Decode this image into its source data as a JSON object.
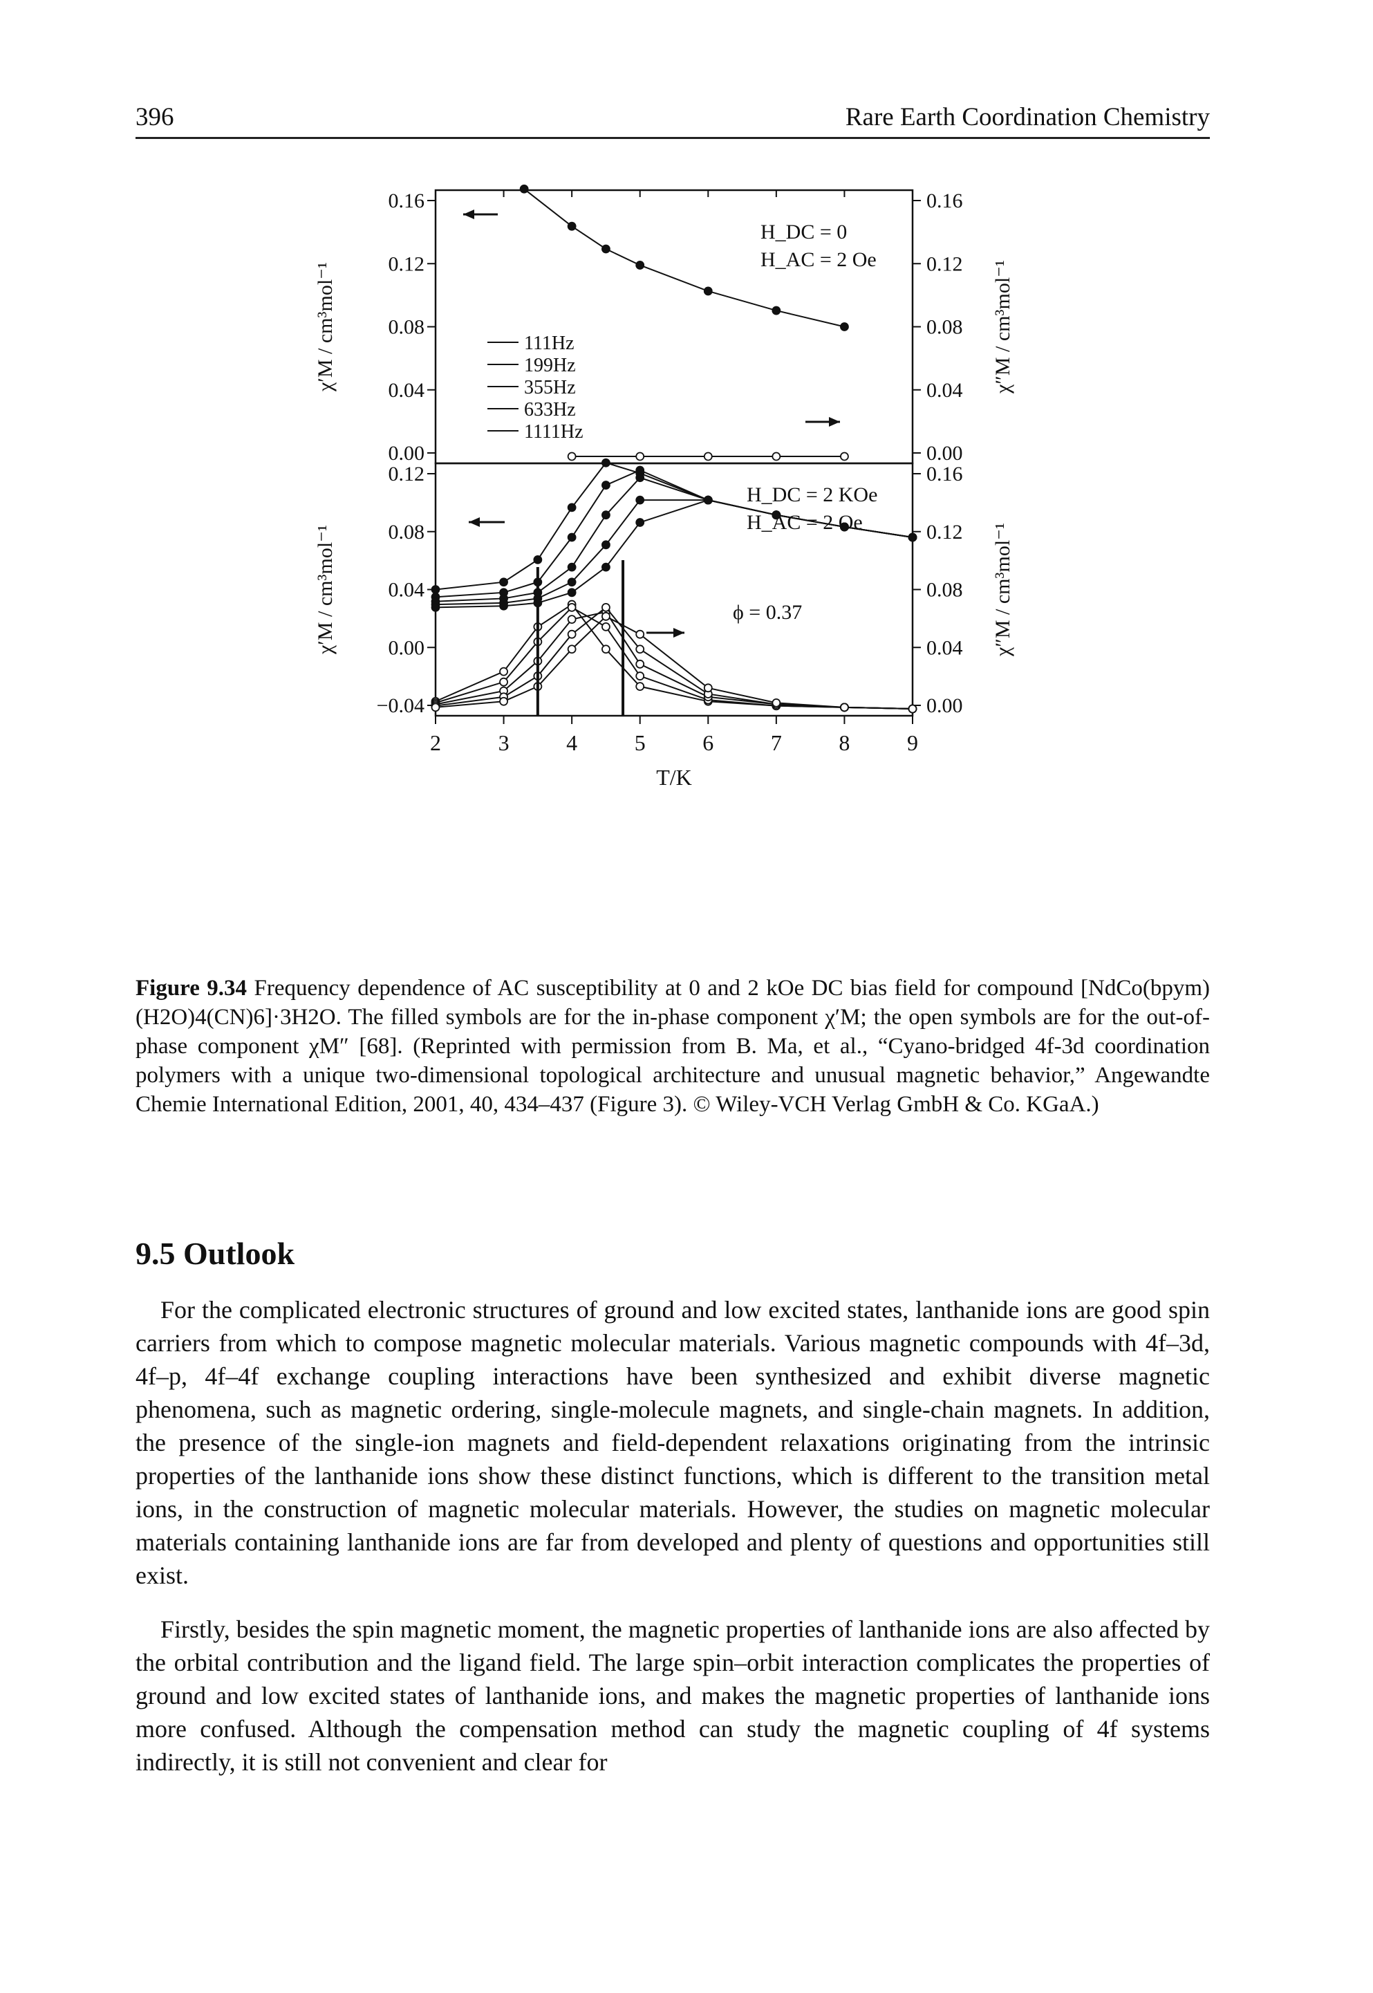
{
  "header": {
    "page_number": "396",
    "book_title": "Rare Earth Coordination Chemistry"
  },
  "figure": {
    "top_panel": {
      "field_line1": "H_DC = 0",
      "field_line2": "H_AC = 2 Oe",
      "left_ylabel": "χ′M / cm³mol⁻¹",
      "right_ylabel": "χ″M / cm³mol⁻¹",
      "left_ticks": [
        "0.16",
        "0.12",
        "0.08",
        "0.04",
        "0.00"
      ],
      "right_ticks": [
        "0.16",
        "0.12",
        "0.08",
        "0.04",
        "0.00"
      ],
      "legend": [
        "111Hz",
        "199Hz",
        "355Hz",
        "633Hz",
        "1111Hz"
      ]
    },
    "bottom_panel": {
      "field_line1": "H_DC = 2 KOe",
      "field_line2": "H_AC = 2 Oe",
      "phi_label": "ϕ = 0.37",
      "left_ylabel": "χ′M / cm³mol⁻¹",
      "right_ylabel": "χ″M / cm³mol⁻¹",
      "left_ticks": [
        "0.12",
        "0.08",
        "0.04",
        "0.00",
        "−0.04"
      ],
      "right_ticks": [
        "0.16",
        "0.12",
        "0.08",
        "0.04",
        "0.00"
      ]
    },
    "x_ticks": [
      "2",
      "3",
      "4",
      "5",
      "6",
      "7",
      "8",
      "9"
    ],
    "x_label": "T/K"
  },
  "chart_data": {
    "type": "line",
    "x_label": "T/K",
    "xlim": [
      2,
      9
    ],
    "series_names": [
      "111Hz",
      "199Hz",
      "355Hz",
      "633Hz",
      "1111Hz"
    ],
    "panels": [
      {
        "field": "H_DC = 0, H_AC = 2 Oe",
        "in_phase_ylim": [
          0.0,
          0.16
        ],
        "out_of_phase_ylim": [
          0.0,
          0.16
        ],
        "in_phase": {
          "x": [
            3.3,
            4.0,
            4.5,
            5.0,
            6.0,
            7.0,
            8.0
          ],
          "y": [
            0.165,
            0.142,
            0.128,
            0.118,
            0.102,
            0.09,
            0.08
          ]
        },
        "out_of_phase": {
          "x": [
            4.0,
            5.0,
            6.0,
            7.0,
            8.0
          ],
          "y": [
            0.0,
            0.0,
            0.0,
            0.0,
            0.0
          ]
        }
      },
      {
        "field": "H_DC = 2 KOe, H_AC = 2 Oe",
        "in_phase_ylim": [
          -0.04,
          0.12
        ],
        "out_of_phase_ylim": [
          0.0,
          0.16
        ],
        "in_phase": [
          {
            "name": "111Hz",
            "x": [
              2.0,
              3.0,
              3.5,
              4.0,
              4.5,
              5.0,
              6.0,
              7.0,
              8.0,
              9.0
            ],
            "y": [
              0.04,
              0.045,
              0.06,
              0.095,
              0.125,
              0.118,
              0.1,
              0.09,
              0.082,
              0.075
            ]
          },
          {
            "name": "199Hz",
            "x": [
              2.0,
              3.0,
              3.5,
              4.0,
              4.5,
              5.0,
              6.0,
              7.0,
              8.0,
              9.0
            ],
            "y": [
              0.035,
              0.038,
              0.045,
              0.075,
              0.11,
              0.12,
              0.1,
              0.09,
              0.082,
              0.075
            ]
          },
          {
            "name": "355Hz",
            "x": [
              2.0,
              3.0,
              3.5,
              4.0,
              4.5,
              5.0,
              6.0,
              7.0,
              8.0,
              9.0
            ],
            "y": [
              0.032,
              0.034,
              0.038,
              0.055,
              0.09,
              0.115,
              0.1,
              0.09,
              0.082,
              0.075
            ]
          },
          {
            "name": "633Hz",
            "x": [
              2.0,
              3.0,
              3.5,
              4.0,
              4.5,
              5.0,
              6.0,
              7.0,
              8.0,
              9.0
            ],
            "y": [
              0.03,
              0.031,
              0.034,
              0.045,
              0.07,
              0.1,
              0.1,
              0.09,
              0.082,
              0.075
            ]
          },
          {
            "name": "1111Hz",
            "x": [
              2.0,
              3.0,
              3.5,
              4.0,
              4.5,
              5.0,
              6.0,
              7.0,
              8.0,
              9.0
            ],
            "y": [
              0.028,
              0.029,
              0.031,
              0.038,
              0.055,
              0.085,
              0.1,
              0.09,
              0.082,
              0.075
            ]
          }
        ],
        "out_of_phase": [
          {
            "name": "111Hz",
            "x": [
              2.0,
              3.0,
              3.5,
              4.0,
              4.5,
              5.0,
              6.0,
              7.0,
              8.0,
              9.0
            ],
            "y": [
              0.005,
              0.025,
              0.055,
              0.07,
              0.04,
              0.015,
              0.005,
              0.002,
              0.001,
              0.0
            ]
          },
          {
            "name": "199Hz",
            "x": [
              2.0,
              3.0,
              3.5,
              4.0,
              4.5,
              5.0,
              6.0,
              7.0,
              8.0,
              9.0
            ],
            "y": [
              0.004,
              0.018,
              0.045,
              0.068,
              0.055,
              0.022,
              0.006,
              0.002,
              0.001,
              0.0
            ]
          },
          {
            "name": "355Hz",
            "x": [
              2.0,
              3.0,
              3.5,
              4.0,
              4.5,
              5.0,
              6.0,
              7.0,
              8.0,
              9.0
            ],
            "y": [
              0.003,
              0.012,
              0.032,
              0.06,
              0.065,
              0.03,
              0.008,
              0.003,
              0.001,
              0.0
            ]
          },
          {
            "name": "633Hz",
            "x": [
              2.0,
              3.0,
              3.5,
              4.0,
              4.5,
              5.0,
              6.0,
              7.0,
              8.0,
              9.0
            ],
            "y": [
              0.002,
              0.008,
              0.022,
              0.05,
              0.068,
              0.04,
              0.01,
              0.003,
              0.001,
              0.0
            ]
          },
          {
            "name": "1111Hz",
            "x": [
              2.0,
              3.0,
              3.5,
              4.0,
              4.5,
              5.0,
              6.0,
              7.0,
              8.0,
              9.0
            ],
            "y": [
              0.001,
              0.005,
              0.015,
              0.04,
              0.062,
              0.05,
              0.014,
              0.004,
              0.001,
              0.0
            ]
          }
        ]
      }
    ]
  },
  "caption": {
    "label": "Figure 9.34",
    "text": "Frequency dependence of AC susceptibility at 0 and 2 kOe DC bias field for compound [NdCo(bpym)(H2O)4(CN)6]·3H2O. The filled symbols are for the in-phase component χ′M; the open symbols are for the out-of-phase component χM″ [68]. (Reprinted with permission from B. Ma, et al., “Cyano-bridged 4f-3d coordination polymers with a unique two-dimensional topological architecture and unusual magnetic behavior,” Angewandte Chemie International Edition, 2001, 40, 434–437 (Figure 3). © Wiley-VCH Verlag GmbH & Co. KGaA.)"
  },
  "section": {
    "title": "9.5 Outlook"
  },
  "paragraphs": [
    "For the complicated electronic structures of ground and low excited states, lanthanide ions are good spin carriers from which to compose magnetic molecular materials. Various magnetic compounds with 4f–3d, 4f–p, 4f–4f exchange coupling interactions have been synthesized and exhibit diverse magnetic phenomena, such as magnetic ordering, single-molecule magnets, and single-chain magnets. In addition, the presence of the single-ion magnets and field-dependent relaxations originating from the intrinsic properties of the lanthanide ions show these distinct functions, which is different to the transition metal ions, in the construction of magnetic molecular materials. However, the studies on magnetic molecular materials containing lanthanide ions are far from developed and plenty of questions and opportunities still exist.",
    "Firstly, besides the spin magnetic moment, the magnetic properties of lanthanide ions are also affected by the orbital contribution and the ligand field. The large spin–orbit interaction complicates the properties of ground and low excited states of lanthanide ions, and makes the magnetic properties of lanthanide ions more confused. Although the compensation method can study the magnetic coupling of 4f systems indirectly, it is still not convenient and clear for"
  ]
}
